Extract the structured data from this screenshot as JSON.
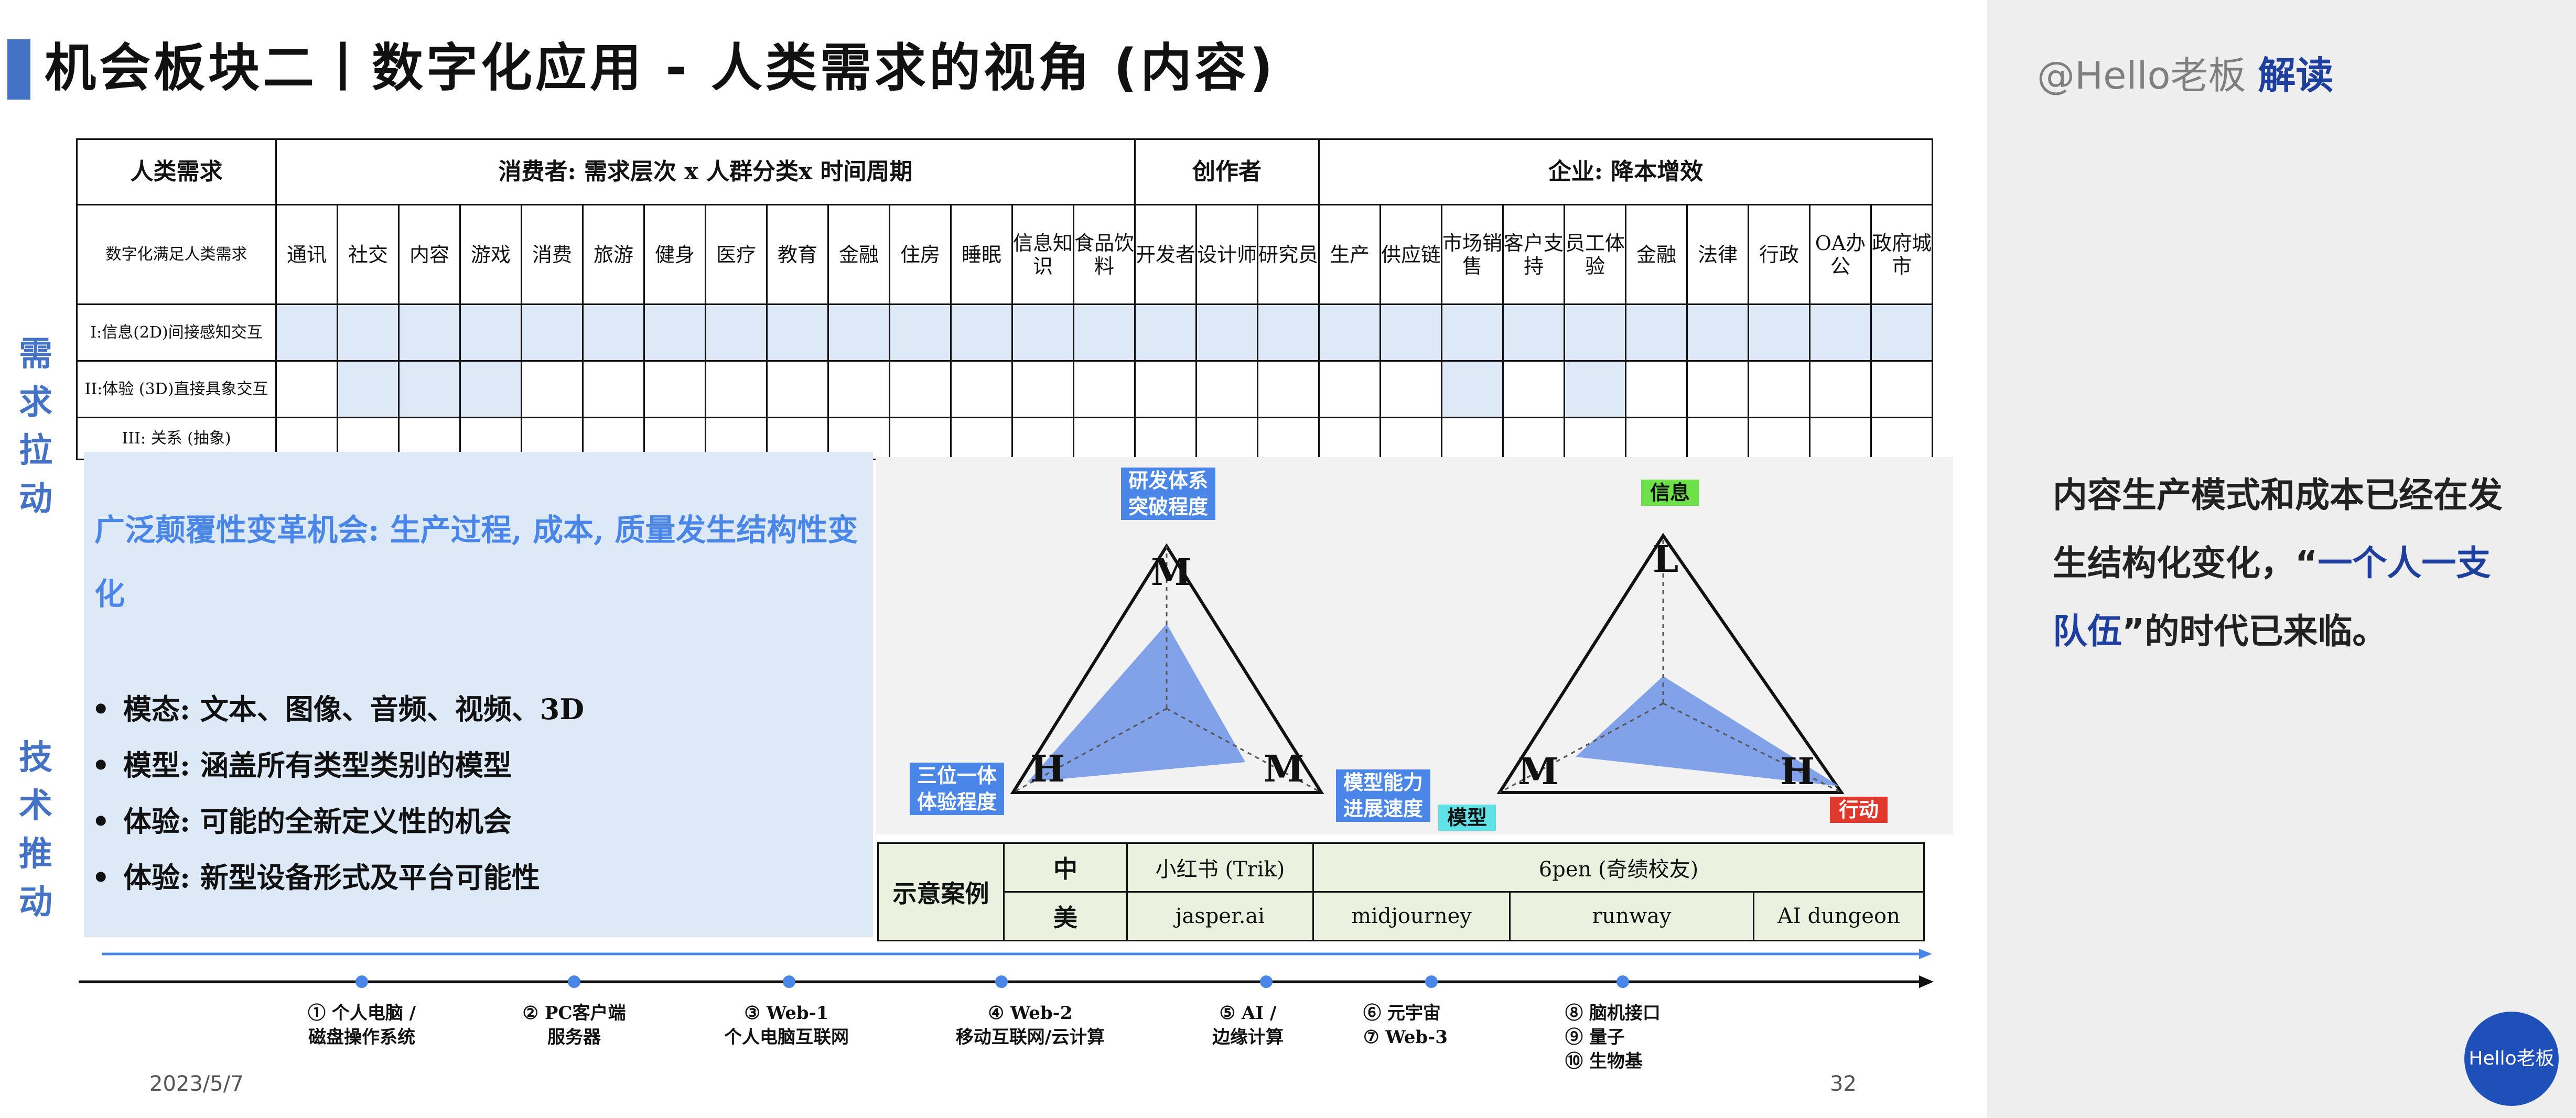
{
  "slide": {
    "title": "机会板块二丨数字化应用 - 人类需求的视角 (内容)",
    "side_labels": {
      "demand": "需求拉动",
      "tech": "技术推动"
    },
    "table": {
      "row_header": "人类需求",
      "group_consumer": "消费者: 需求层次 x 人群分类x 时间周期",
      "group_creator": "创作者",
      "group_enterprise": "企业: 降本增效",
      "sub_header": "数字化满足人类需求",
      "columns": [
        "通讯",
        "社交",
        "内容",
        "游戏",
        "消费",
        "旅游",
        "健身",
        "医疗",
        "教育",
        "金融",
        "住房",
        "睡眠",
        "信息知识",
        "食品饮料",
        "开发者",
        "设计师",
        "研究员",
        "生产",
        "供应链",
        "市场销售",
        "客户支持",
        "员工体验",
        "金融",
        "法律",
        "行政",
        "OA办公",
        "政府城市"
      ],
      "rows": [
        "I:信息(2D)间接感知交互",
        "II:体验 (3D)直接具象交互",
        "III: 关系 (抽象)"
      ]
    },
    "panel": {
      "title": "广泛颠覆性变革机会: 生产过程, 成本, 质量发生结构性变化",
      "bullets": [
        "模态: 文本、图像、音频、视频、3D",
        "模型: 涵盖所有类型类别的模型",
        "体验: 可能的全新定义性的机会",
        "体验: 新型设备形式及平台可能性"
      ]
    },
    "triangles": {
      "left": {
        "top_label": "研发体系突破程度",
        "left_label": "三位一体体验程度",
        "bottom_label": "模型能力进展速度",
        "top": "M",
        "left": "H",
        "right": "M"
      },
      "right": {
        "top_label": "信息",
        "left_label": "模型",
        "right_label": "行动",
        "top": "L",
        "left": "M",
        "right": "H"
      }
    },
    "examples": {
      "label": "示意案例",
      "row_cn": "中",
      "row_us": "美",
      "cn_cells": [
        "小红书 (Trik)",
        "6pen (奇绩校友)"
      ],
      "us_cells": [
        "jasper.ai",
        "midjourney",
        "runway",
        "AI dungeon"
      ]
    },
    "timeline": [
      {
        "title": "① 个人电脑 /",
        "sub": "磁盘操作系统"
      },
      {
        "title": "② PC客户端",
        "sub": "服务器"
      },
      {
        "title": "③ Web-1",
        "sub": "个人电脑互联网"
      },
      {
        "title": "④ Web-2",
        "sub": "移动互联网/云计算"
      },
      {
        "title": "⑤ AI /",
        "sub": "边缘计算"
      },
      {
        "title": "⑥ 元宇宙",
        "sub": "⑦ Web-3"
      },
      {
        "title": "⑧ 脑机接口",
        "sub": "⑨ 量子",
        "sub2": "⑩ 生物基"
      }
    ],
    "date": "2023/5/7",
    "page": "32"
  },
  "pane": {
    "handle": "@Hello老板",
    "handle_tag": "解读",
    "commentary_1": "内容生产模式和成本已经在发生结构化变化，“",
    "commentary_hl": "一个人一支队伍",
    "commentary_2": "”的时代已来临。",
    "logo": "Hello老板"
  },
  "colors": {
    "accent": "#4472c4",
    "panel_blue": "#dde9f7",
    "hl": "#1f3f9e",
    "radar_fill": "#6d94e6"
  }
}
